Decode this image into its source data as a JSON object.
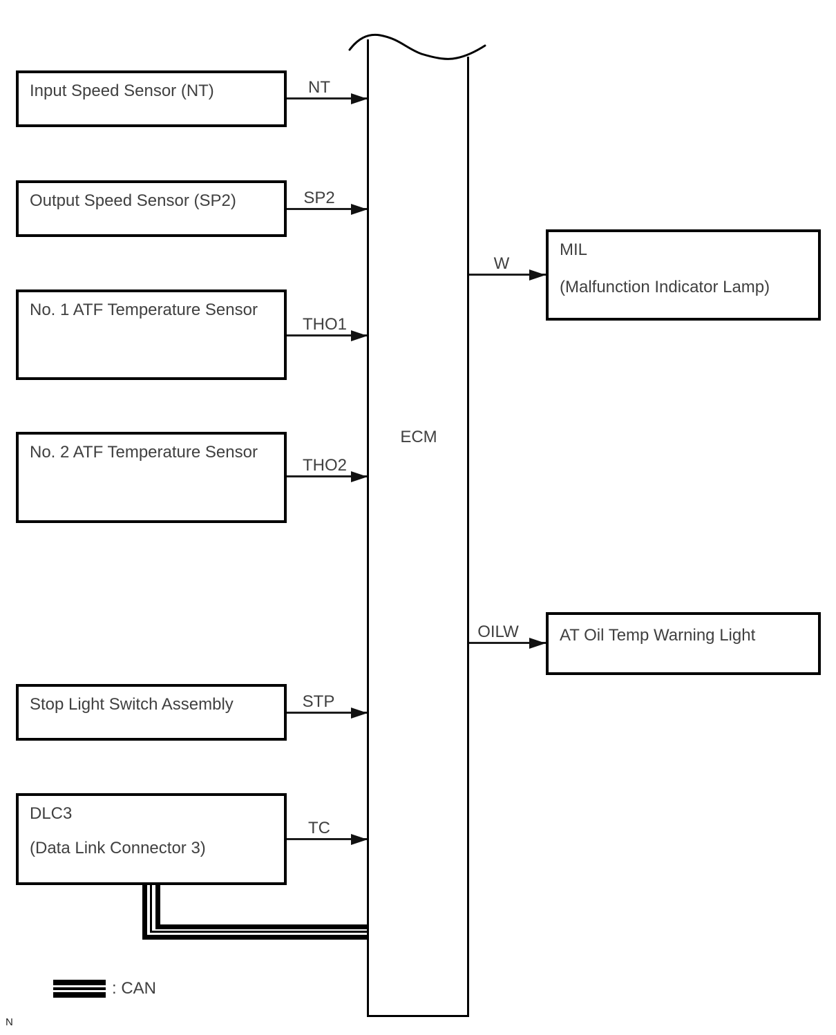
{
  "diagram": {
    "ecm_label": "ECM",
    "inputs": [
      {
        "name": "Input Speed Sensor (NT)",
        "signal": "NT"
      },
      {
        "name": "Output Speed Sensor (SP2)",
        "signal": "SP2"
      },
      {
        "name": "No. 1 ATF Temperature Sensor",
        "signal": "THO1"
      },
      {
        "name": "No. 2 ATF Temperature Sensor",
        "signal": "THO2"
      },
      {
        "name": "Stop Light Switch Assembly",
        "signal": "STP"
      },
      {
        "name": "DLC3",
        "subname": "(Data Link Connector 3)",
        "signal": "TC"
      }
    ],
    "outputs": [
      {
        "name": "MIL",
        "subname": "(Malfunction Indicator Lamp)",
        "signal": "W"
      },
      {
        "name": "AT Oil Temp Warning Light",
        "signal": "OILW"
      }
    ],
    "legend": {
      "label": ": CAN",
      "symbol": "can-bus-triple-line"
    },
    "footnote": "N",
    "colors": {
      "line": "#000000",
      "text": "#404040",
      "background": "#ffffff"
    }
  }
}
